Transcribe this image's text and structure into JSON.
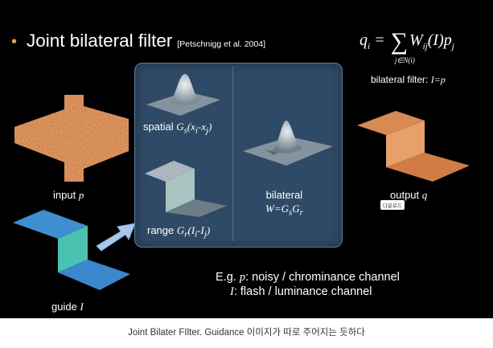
{
  "slide": {
    "title": "Joint bilateral filter",
    "citation": "[Petschnigg et al. 2004]",
    "formula": {
      "lhs": "q",
      "lhs_sub": "i",
      "equals": "=",
      "sum_symbol": "∑",
      "weight": "W",
      "weight_sub": "ij",
      "argument": "(I)",
      "p": "p",
      "p_sub": "j",
      "sum_range": "j∈N(i)"
    },
    "bilateral_note": {
      "prefix": "bilateral filter: ",
      "condition": "I=p"
    },
    "labels": {
      "input": "input",
      "input_var": "p",
      "guide": "guide",
      "guide_var": "I",
      "spatial": "spatial",
      "spatial_expr": "G",
      "spatial_sub": "s",
      "spatial_arg": "(x",
      "spatial_arg_sub1": "i",
      "spatial_arg_mid": "-x",
      "spatial_arg_sub2": "j",
      "spatial_close": ")",
      "range": "range",
      "range_expr": "G",
      "range_sub": "r",
      "range_arg": "(I",
      "range_arg_sub1": "i",
      "range_arg_mid": "-I",
      "range_arg_sub2": "j",
      "range_close": ")",
      "bilateral": "bilateral",
      "bilateral_expr": "W=G",
      "bilateral_sub1": "s",
      "bilateral_mid": "G",
      "bilateral_sub2": "r",
      "output": "output",
      "output_var": "q"
    },
    "example": {
      "line1_prefix": "E.g. ",
      "line1_var": "p",
      "line1_rest": ": noisy / chrominance channel",
      "line2_var": "I",
      "line2_rest": ": flash / luminance channel"
    },
    "download_badge": "다운로드"
  },
  "caption": "Joint Bilater FIlter. Guidance 이미지가 따로 주어지는 듯하다",
  "colors": {
    "background": "#000000",
    "bullet": "#e8a33a",
    "panel": "#2f4a66",
    "input_surface": "#c9763f",
    "guide_surface": "#3f8fd0",
    "output_surface": "#d98952",
    "arrow": "#a9c7ea"
  }
}
